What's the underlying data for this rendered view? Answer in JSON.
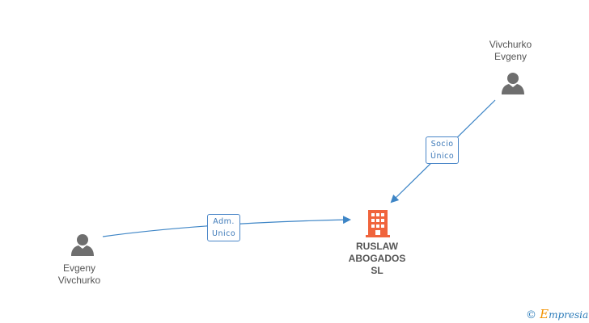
{
  "nodes": {
    "person_top": {
      "line1": "Vivchurko",
      "line2": "Evgeny"
    },
    "person_left": {
      "line1": "Evgeny",
      "line2": "Vivchurko"
    },
    "company": {
      "line1": "RUSLAW",
      "line2": "ABOGADOS",
      "line3": "SL"
    }
  },
  "relations": {
    "socio": {
      "line1": "Socio",
      "line2": "Único"
    },
    "adm": {
      "line1": "Adm.",
      "line2": "Unico"
    }
  },
  "watermark": {
    "copyright": "©",
    "brand_initial": "E",
    "brand_rest": "mpresia"
  },
  "colors": {
    "edge": "#3d85c6",
    "person_icon": "#6e6e6e",
    "company_icon": "#f0643c"
  }
}
